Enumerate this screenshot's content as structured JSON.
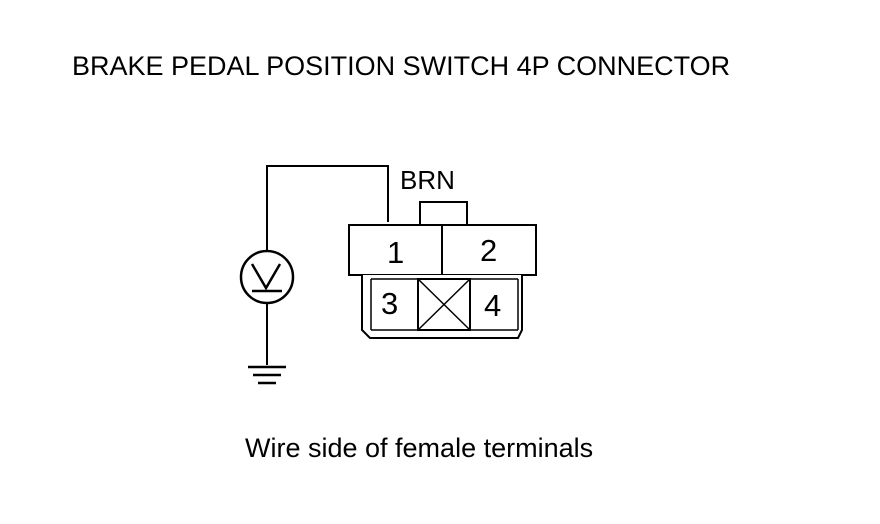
{
  "title": "BRAKE PEDAL POSITION SWITCH 4P CONNECTOR",
  "wire_color": "BRN",
  "pins": [
    "1",
    "2",
    "3",
    "4"
  ],
  "meter_symbol": "V",
  "caption": "Wire side of female terminals"
}
